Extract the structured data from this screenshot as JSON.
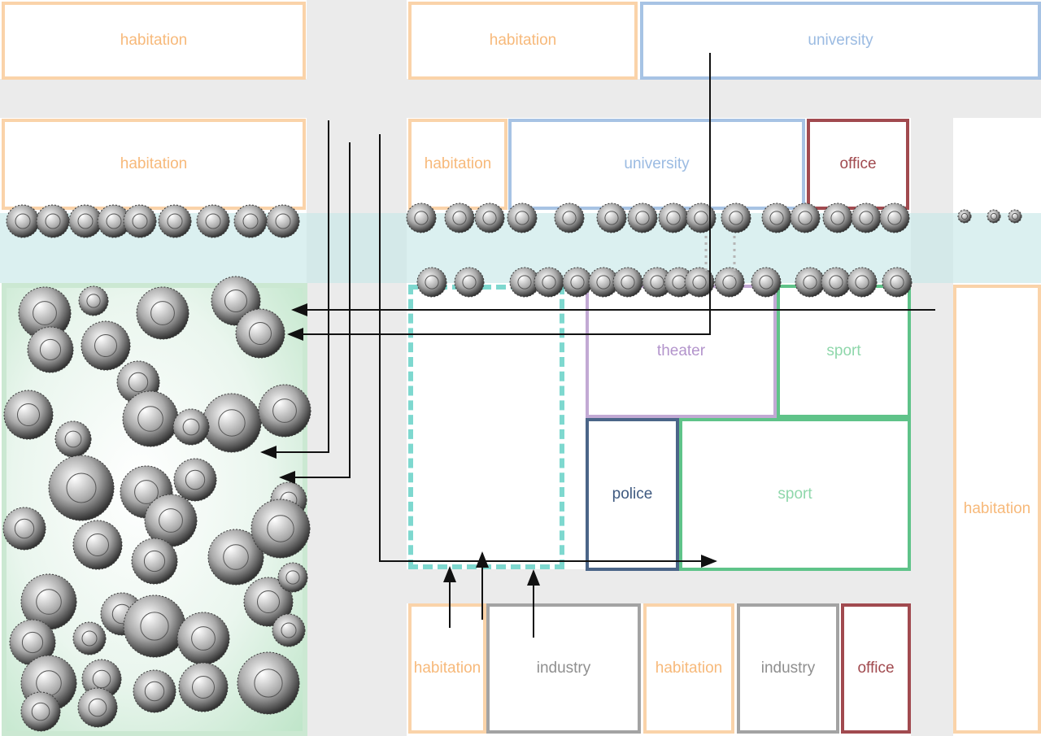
{
  "districts": {
    "top_left_habitation": "habitation",
    "top_center_habitation": "habitation",
    "top_right_university": "university",
    "row2_left_habitation": "habitation",
    "row2_habitation": "habitation",
    "row2_university": "university",
    "row2_office": "office",
    "theater": "theater",
    "sport_upper": "sport",
    "police": "police",
    "sport_lower": "sport",
    "right_habitation": "habitation",
    "bottom_habitation_1": "habitation",
    "bottom_industry_1": "industry",
    "bottom_habitation_2": "habitation",
    "bottom_industry_2": "industry",
    "bottom_office": "office"
  },
  "colors": {
    "habitation": "#f7b97a",
    "university": "#9bbbe2",
    "office": "#a14a4f",
    "industry": "#8f8f8f",
    "theater": "#b394cc",
    "sport": "#5fc389",
    "police": "#3f5a80",
    "road": "#ebebeb",
    "plaza_dash": "#7ed8cf",
    "park_green": "#bfe5c9",
    "tree": "#5a5a5a"
  },
  "icons": [
    "tree-icon",
    "arrow-icon"
  ]
}
